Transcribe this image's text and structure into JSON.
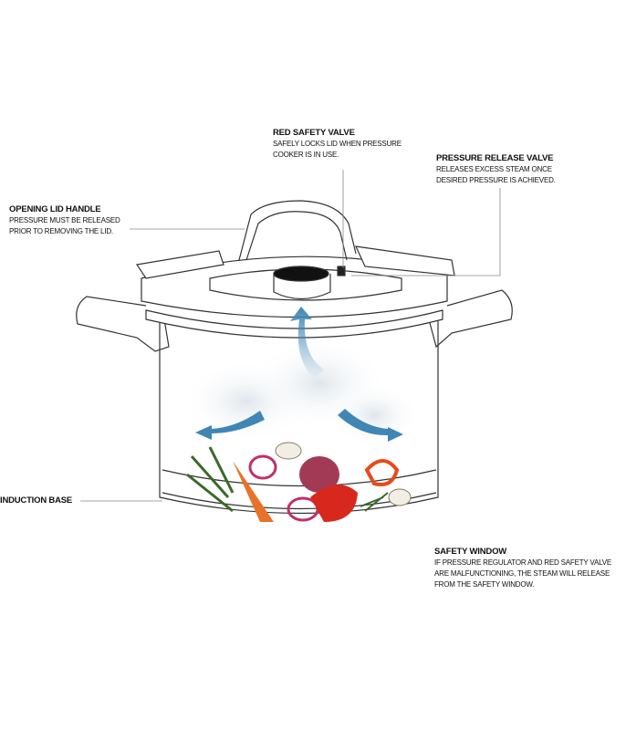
{
  "labels": {
    "red_safety_valve": {
      "title": "RED SAFETY VALVE",
      "desc": "SAFELY LOCKS LID WHEN PRESSURE\nCOOKER IS IN USE."
    },
    "pressure_release_valve": {
      "title": "PRESSURE RELEASE VALVE",
      "desc": "RELEASES EXCESS STEAM ONCE\nDESIRED PRESSURE IS ACHIEVED."
    },
    "opening_lid_handle": {
      "title": "OPENING LID HANDLE",
      "desc": "PRESSURE MUST BE RELEASED\nPRIOR TO REMOVING THE LID."
    },
    "induction_base": {
      "title": "INDUCTION BASE"
    },
    "safety_window": {
      "title": "SAFETY WINDOW",
      "desc": "IF PRESSURE REGULATOR AND RED SAFETY VALVE\nARE MALFUNCTIONING, THE STEAM WILL RELEASE\nFROM THE SAFETY WINDOW."
    }
  },
  "colors": {
    "arrow": "#3f86b5",
    "outline": "#333333",
    "steam": "#e8eef3"
  }
}
